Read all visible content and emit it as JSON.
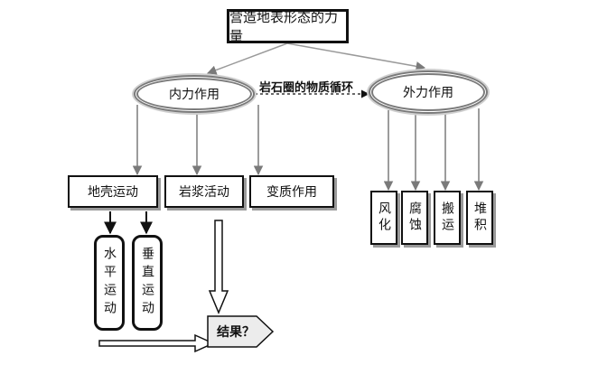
{
  "title": "营造地表形态的力量",
  "internal": {
    "label": "内力作用",
    "children": [
      "地壳运动",
      "岩浆活动",
      "变质作用"
    ],
    "crust_children": [
      "水平运动",
      "垂直运动"
    ]
  },
  "external": {
    "label": "外力作用",
    "children": [
      "风化",
      "腐蚀",
      "搬运",
      "堆积"
    ]
  },
  "cycle_label": "岩石圈的物质循环",
  "result_label": "结果？"
}
